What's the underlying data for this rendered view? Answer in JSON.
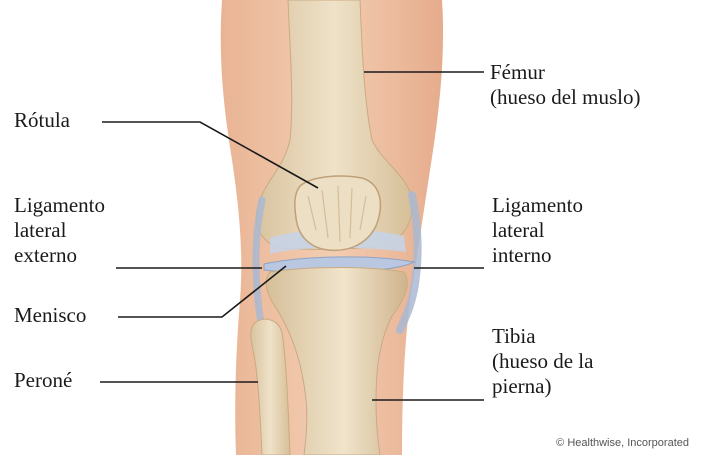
{
  "labels": {
    "femur": [
      "Fémur",
      "(hueso del muslo)"
    ],
    "rotula": [
      "Rótula"
    ],
    "lig_externo": [
      "Ligamento",
      "lateral",
      "externo"
    ],
    "lig_interno": [
      "Ligamento",
      "lateral",
      "interno"
    ],
    "menisco": [
      "Menisco"
    ],
    "perone": [
      "Peroné"
    ],
    "tibia": [
      "Tibia",
      "(hueso de la",
      "pierna)"
    ]
  },
  "copyright": "© Healthwise, Incorporated"
}
